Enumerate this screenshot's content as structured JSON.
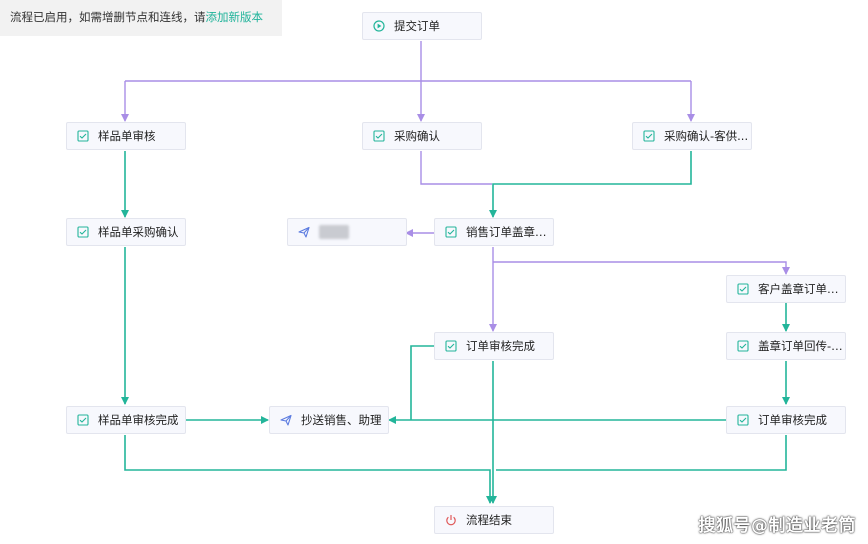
{
  "banner": {
    "text": "流程已启用，如需增删节点和连线，请",
    "link": "添加新版本"
  },
  "colors": {
    "purple_edge": "#a98ee6",
    "green_edge": "#23b59a",
    "node_bg": "#f7f8fd",
    "node_border": "#e3e5ee"
  },
  "nodes": {
    "submit": "提交订单",
    "sample_review": "样品单审核",
    "purchase_confirm": "采购确认",
    "purchase_confirm_supply": "采购确认-客供...",
    "sample_purchase_confirm": "样品单采购确认",
    "sales_stamp": "销售订单盖章前...",
    "customer_stamp": "客户盖章订单回传",
    "order_review_done_mid": "订单审核完成",
    "stamp_return": "盖章订单回传-K...",
    "sample_review_done": "样品单审核完成",
    "cc_sales": "抄送销售、助理",
    "order_review_done_right": "订单审核完成",
    "end": "流程结束"
  },
  "icons": {
    "start": "play-circle-icon",
    "approval": "checklist-icon",
    "cc": "send-icon",
    "end": "power-icon"
  },
  "watermark": "搜狐号@制造业老筒"
}
